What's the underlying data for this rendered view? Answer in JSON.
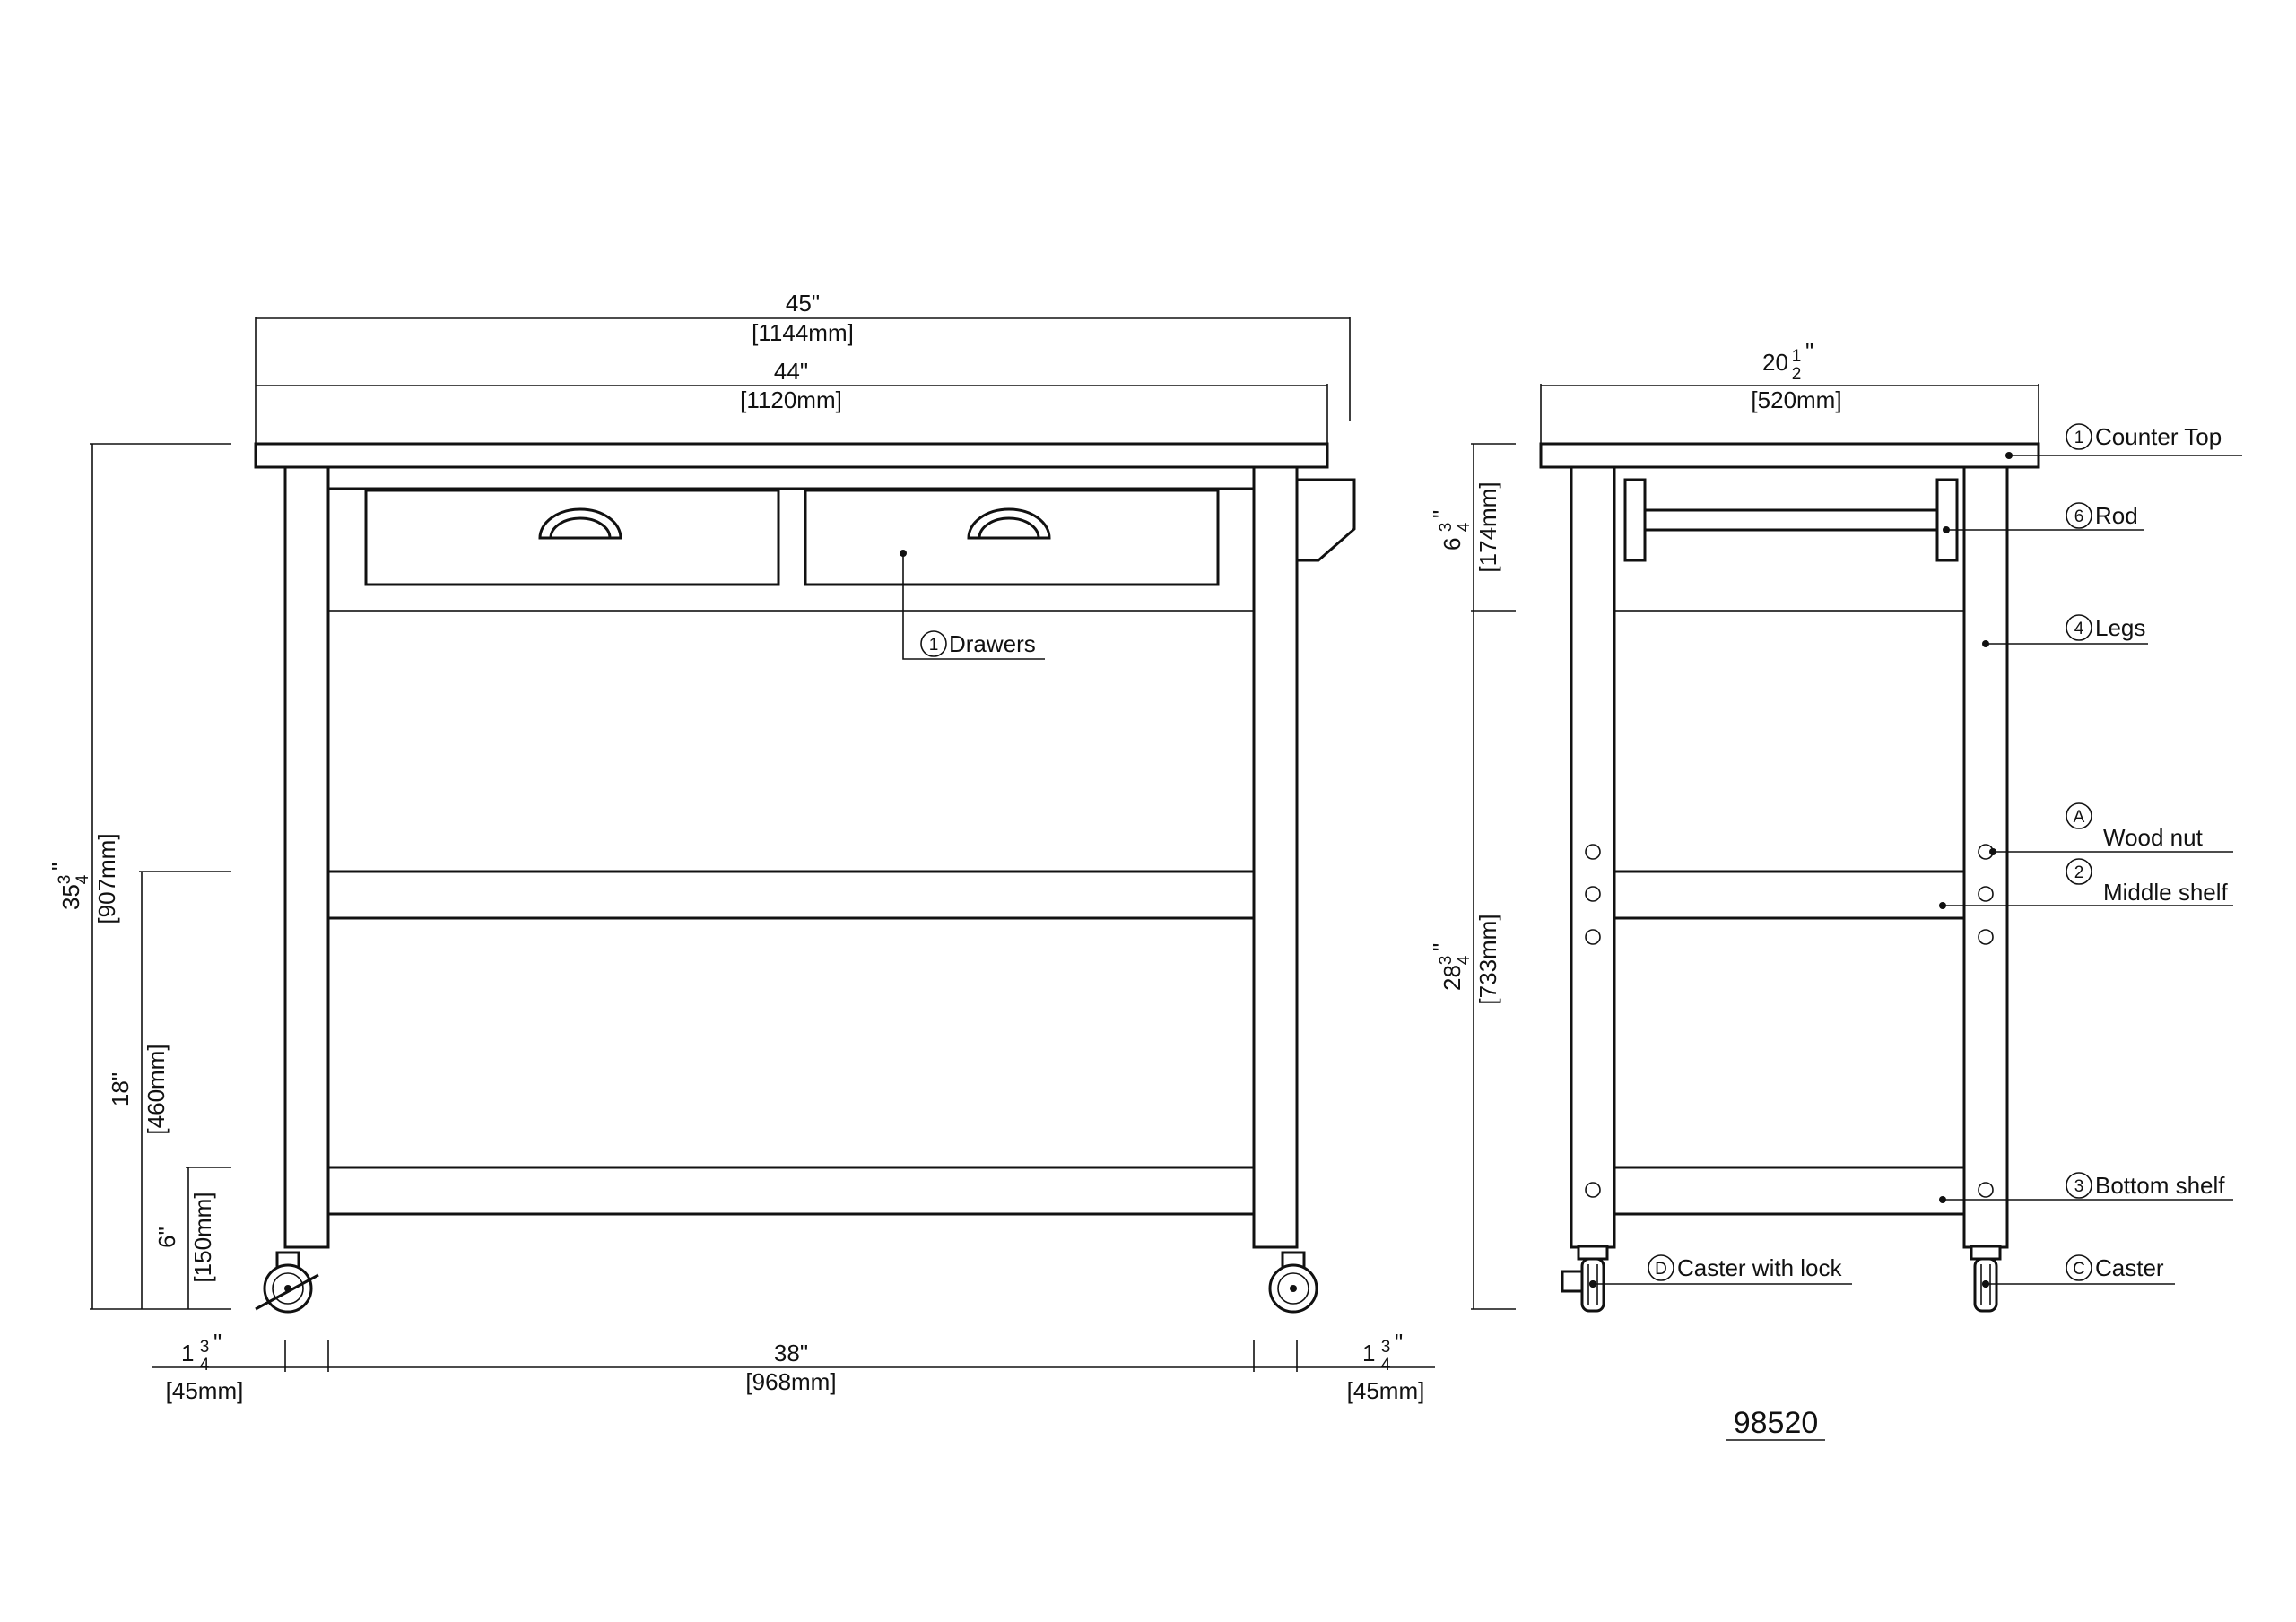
{
  "dims": {
    "overall_width_in": "45\"",
    "overall_width_mm": "[1144mm]",
    "top_width_in": "44\"",
    "top_width_mm": "[1120mm]",
    "overall_height_whole": "35",
    "overall_height_mm": "[907mm]",
    "middle_shelf_height_in": "18\"",
    "middle_shelf_height_mm": "[460mm]",
    "bottom_shelf_height_in": "6\"",
    "bottom_shelf_height_mm": "[150mm]",
    "leg_width_whole": "1",
    "leg_width_mm": "[45mm]",
    "inner_width_in": "38\"",
    "inner_width_mm": "[968mm]",
    "depth_whole": "20",
    "depth_mm": "[520mm]",
    "apron_height_whole": "6",
    "apron_height_mm": "[174mm]",
    "base_height_whole": "28",
    "base_height_mm": "[733mm]",
    "frac_num_3": "3",
    "frac_num_1": "1",
    "frac_den_4": "4",
    "frac_den_2": "2",
    "inch_mark": "\""
  },
  "callouts": {
    "drawers": {
      "num": "1",
      "label": "Drawers"
    },
    "counter_top": {
      "num": "1",
      "label": "Counter Top"
    },
    "rod": {
      "num": "6",
      "label": "Rod"
    },
    "legs": {
      "num": "4",
      "label": "Legs"
    },
    "wood_nut": {
      "num": "A",
      "label": "Wood nut"
    },
    "middle_shelf": {
      "num": "2",
      "label": "Middle shelf"
    },
    "bottom_shelf": {
      "num": "3",
      "label": "Bottom shelf"
    },
    "caster_lock": {
      "num": "D",
      "label": "Caster with lock"
    },
    "caster": {
      "num": "C",
      "label": "Caster"
    }
  },
  "model_number": "98520"
}
